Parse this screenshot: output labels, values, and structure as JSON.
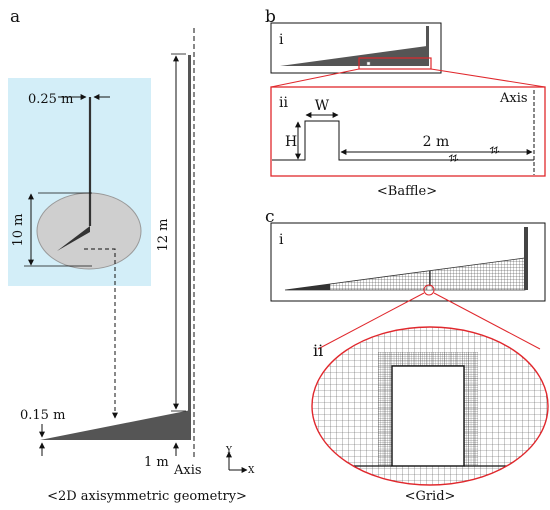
{
  "panel_a": {
    "letter": "a",
    "caption": "<2D axisymmetric geometry>",
    "dim_top": "0.25 m",
    "dim_disk": "10 m",
    "dim_height": "12 m",
    "dim_wall": "0.15 m",
    "dim_bottom": "1 m",
    "axis_label": "Axis",
    "axis_y": "Y",
    "axis_x": "X"
  },
  "panel_b": {
    "letter": "b",
    "caption": "<Baffle>",
    "sub_i": "i",
    "sub_ii": "ii",
    "dim_w": "W",
    "dim_h": "H",
    "dim_len": "2 m",
    "axis_label": "Axis"
  },
  "panel_c": {
    "letter": "c",
    "caption": "<Grid>",
    "sub_i": "i",
    "sub_ii": "ii"
  },
  "colors": {
    "inset_bg": "#d3eef8",
    "highlight": "#e0282d",
    "solid": "#555555",
    "mesh": "#333333"
  }
}
